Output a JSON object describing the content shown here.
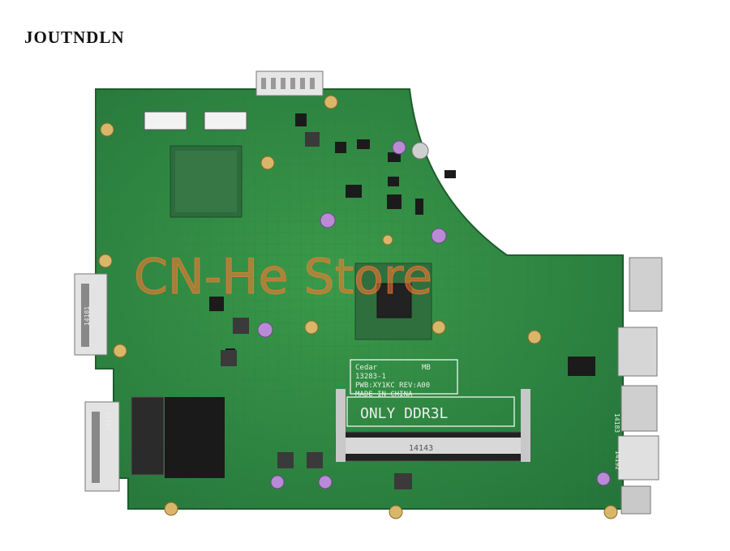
{
  "brand": {
    "name": "JOUTNDLN"
  },
  "watermark": {
    "text": "CN-He Store"
  },
  "board": {
    "color": "#2f8a3f",
    "silkscreen": {
      "line1": "Cedar",
      "line1b": "MB",
      "line2": "13283-1",
      "line3": "PWB:XY1KC REV:A00",
      "line4": "MADE IN  CHINA",
      "memory_label": "ONLY  DDR3L",
      "slot_code": "14143",
      "side_code_1": "14181",
      "side_code_2": "14171",
      "port_code_1": "14183",
      "port_code_2": "14192"
    }
  }
}
